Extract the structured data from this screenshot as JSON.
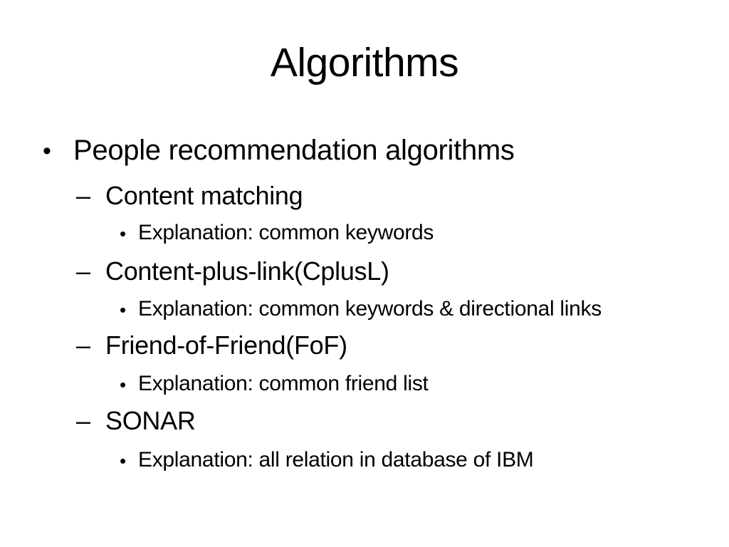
{
  "slide": {
    "title": "Algorithms",
    "background_color": "#ffffff",
    "text_color": "#000000",
    "bullets": {
      "level1_glyph": "•",
      "level2_glyph": "–",
      "level3_glyph": "•"
    },
    "content": [
      {
        "level": 1,
        "text": "People recommendation algorithms"
      },
      {
        "level": 2,
        "text": "Content matching"
      },
      {
        "level": 3,
        "text": "Explanation: common keywords"
      },
      {
        "level": 2,
        "text": "Content-plus-link(CplusL)"
      },
      {
        "level": 3,
        "text": "Explanation: common keywords & directional links"
      },
      {
        "level": 2,
        "text": "Friend-of-Friend(FoF)"
      },
      {
        "level": 3,
        "text": "Explanation: common friend list"
      },
      {
        "level": 2,
        "text": "SONAR"
      },
      {
        "level": 3,
        "text": "Explanation: all relation in database of IBM"
      }
    ]
  }
}
